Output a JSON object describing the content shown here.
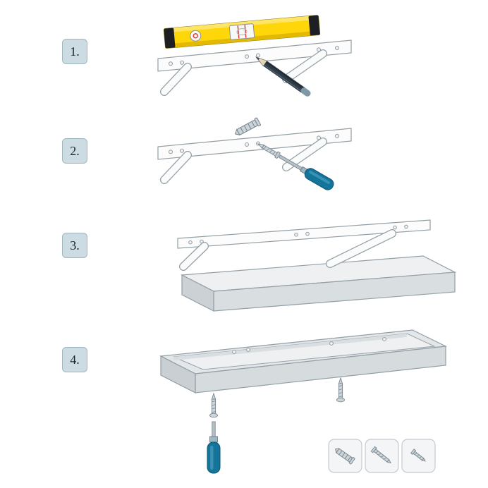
{
  "steps": [
    {
      "label": "1."
    },
    {
      "label": "2."
    },
    {
      "label": "3."
    },
    {
      "label": "4."
    }
  ],
  "legend": {
    "items": [
      {
        "icon": "wall-plug-icon"
      },
      {
        "icon": "long-screw-icon"
      },
      {
        "icon": "short-screw-icon"
      }
    ]
  },
  "colors": {
    "badge_background": "#cddce3",
    "level_yellow": "#ffd60a",
    "level_cap_black": "#1d1f22",
    "tool_handle_teal": "#147499",
    "outline_gray": "#939ea5",
    "shelf_gray": "#e3e7e9",
    "red_vial_mark": "#e03a2f"
  }
}
